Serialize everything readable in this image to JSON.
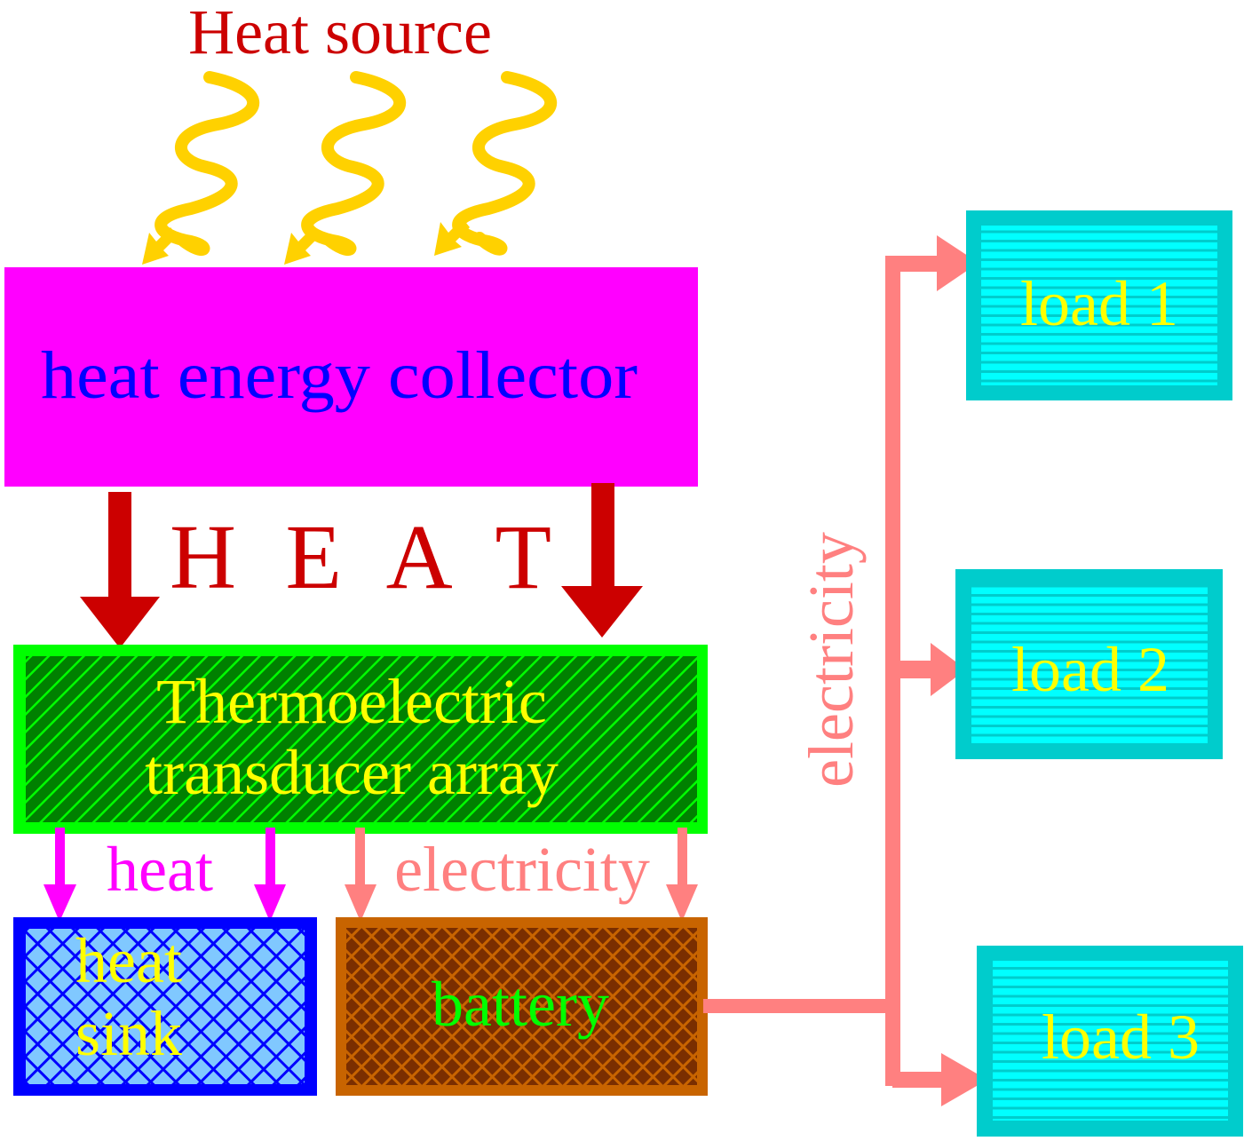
{
  "title": "Heat source",
  "colors": {
    "heat_source_text": "#cc0000",
    "heat_wave": "#ffd100",
    "collector_fill": "#ff00ff",
    "collector_text": "#0000ff",
    "heat_arrow": "#cc0000",
    "transducer_border": "#00ff00",
    "transducer_fill": "#008000",
    "transducer_hatch": "#00ff00",
    "transducer_text": "#ffff00",
    "heat_out_arrow": "#ff00ff",
    "electricity": "#ff8080",
    "sink_border": "#0000ff",
    "sink_fill": "#80c8ff",
    "sink_text": "#ffff00",
    "battery_border": "#c86400",
    "battery_fill": "#7a2e00",
    "battery_text": "#00ff00",
    "load_border": "#00cccc",
    "load_fill": "#00ffff",
    "load_text": "#ffff00"
  },
  "nodes": {
    "heat_source": {
      "label": "Heat source"
    },
    "collector": {
      "label": "heat energy collector"
    },
    "heat_flow": {
      "label": "H E A T"
    },
    "transducer": {
      "line1": "Thermoelectric",
      "line2": "transducer array"
    },
    "heat_sink": {
      "line1": "heat",
      "line2": "sink"
    },
    "battery": {
      "label": "battery"
    },
    "loads": [
      {
        "label": "load 1"
      },
      {
        "label": "load 2"
      },
      {
        "label": "load 3"
      }
    ]
  },
  "edges": {
    "heat_to_sink": {
      "label": "heat"
    },
    "electricity_to_battery": {
      "label": "electricity"
    },
    "electricity_bus": {
      "label": "electricity"
    }
  }
}
